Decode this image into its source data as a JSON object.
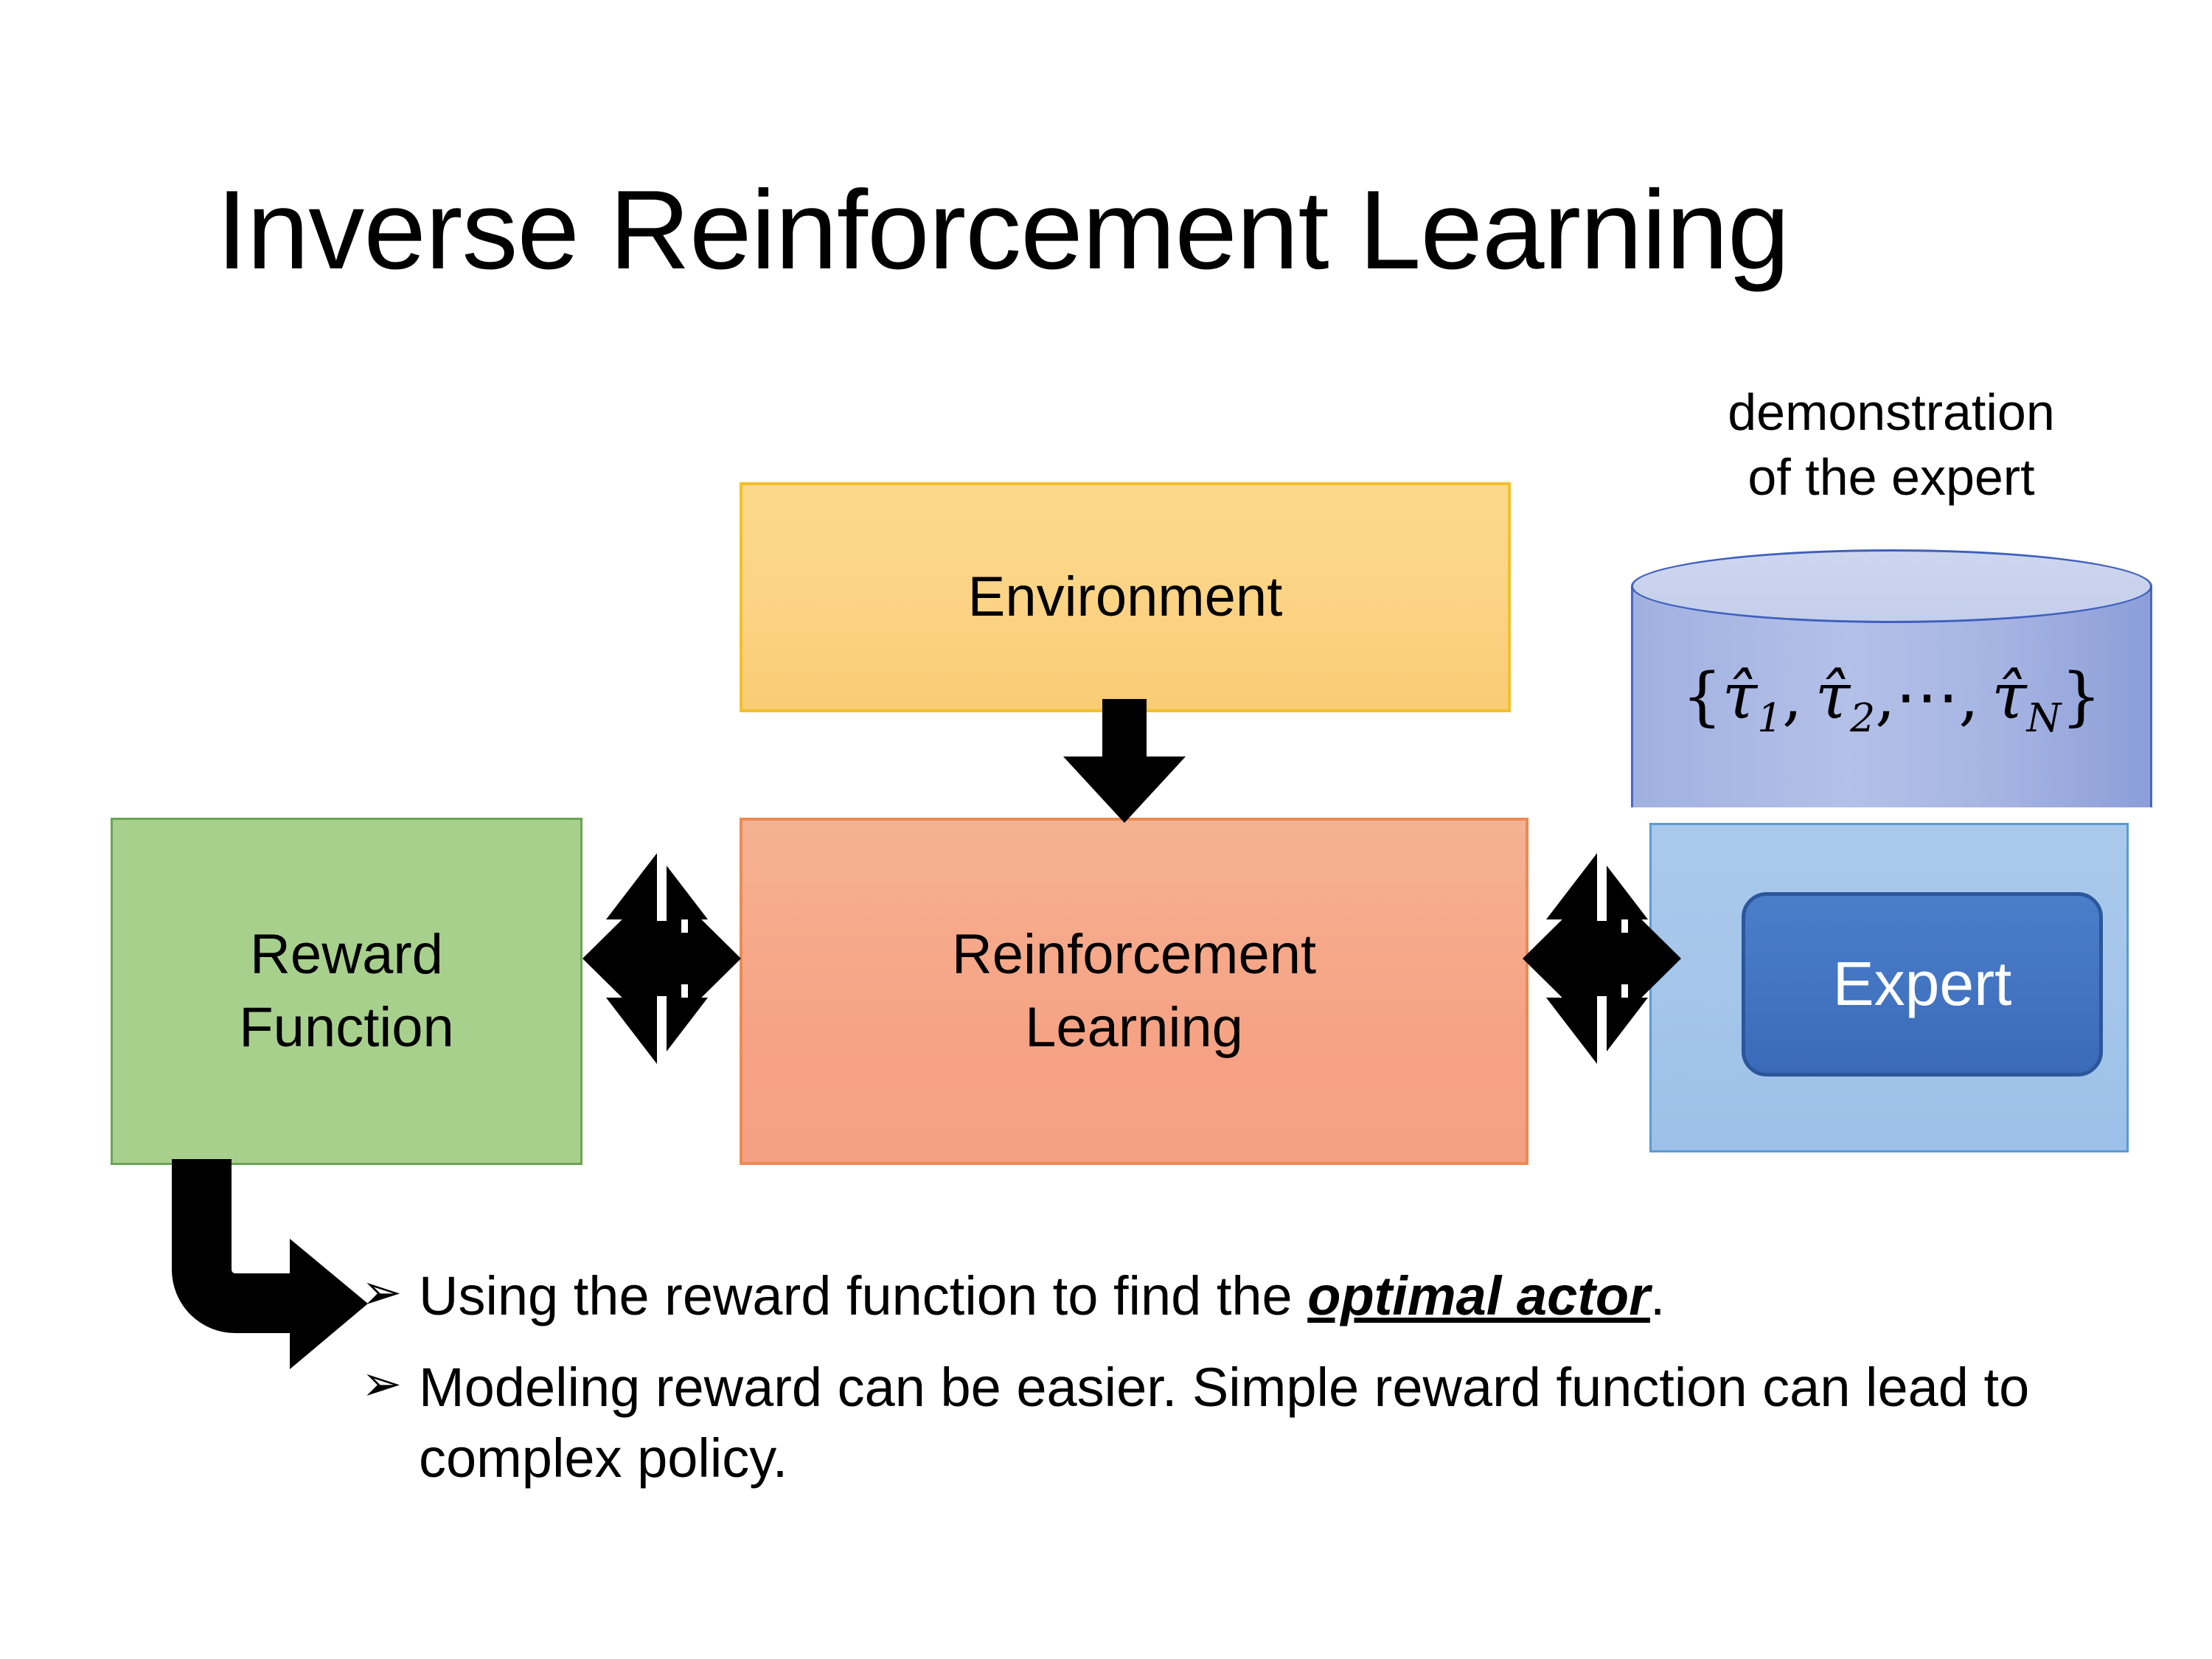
{
  "slide": {
    "title": "Inverse Reinforcement Learning",
    "background_color": "#ffffff"
  },
  "diagram": {
    "environment": {
      "label": "Environment",
      "fill_color": "#fcd486",
      "border_color": "#f2c029"
    },
    "reinforcement_learning": {
      "label": "Reinforcement\nLearning",
      "fill_color": "#f6a98a",
      "border_color": "#ec8a53"
    },
    "reward_function": {
      "label": "Reward\nFunction",
      "fill_color": "#a8d08d",
      "border_color": "#6aa455"
    },
    "expert_panel": {
      "fill_color": "#a4c6ea",
      "border_color": "#5b9bd5"
    },
    "expert": {
      "label": "Expert",
      "fill_color": "#4274c2",
      "border_color": "#2b579a",
      "text_color": "#ffffff"
    },
    "demonstration": {
      "caption": "demonstration\nof the expert",
      "trajectory_set_open": "{",
      "trajectory_set_close": "}",
      "trajectories": [
        "τ̂",
        "τ̂",
        "τ̂"
      ],
      "subscripts": [
        "1",
        "2",
        "N"
      ],
      "ellipsis": "⋯",
      "comma": ",",
      "cylinder_fill_color": "#a9b7e4",
      "cylinder_top_color": "#c8d2ed",
      "cylinder_border_color": "#4a66c0"
    },
    "arrows": [
      {
        "name": "environment-to-rl",
        "direction": "down"
      },
      {
        "name": "reward-to-rl",
        "direction": "left-right"
      },
      {
        "name": "rl-to-expert",
        "direction": "left-right"
      },
      {
        "name": "reward-to-bullets",
        "direction": "elbow-down-right"
      }
    ]
  },
  "bullets": [
    {
      "glyph": "➢",
      "lead": "Using the reward function to find the ",
      "emphasis": "optimal actor",
      "tail": "."
    },
    {
      "glyph": "➢",
      "lead": "Modeling reward can be easier. Simple reward function can lead to complex policy.",
      "emphasis": "",
      "tail": ""
    }
  ]
}
